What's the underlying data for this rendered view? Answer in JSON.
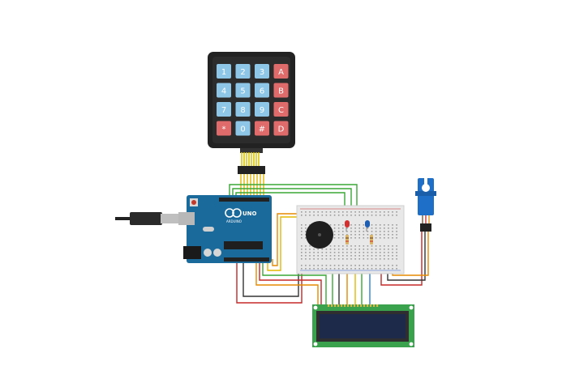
{
  "keypad": {
    "keys": [
      "1",
      "2",
      "3",
      "A",
      "4",
      "5",
      "6",
      "B",
      "7",
      "8",
      "9",
      "C",
      "*",
      "0",
      "#",
      "D"
    ],
    "colors": {
      "blue": "#8ec6e8",
      "red": "#e06b6b",
      "body": "#222222"
    }
  },
  "arduino": {
    "logo_text": "ARDUINO",
    "model": "UNO",
    "board_color": "#1b6a9c"
  },
  "breadboard": {
    "color": "#e8e8e8"
  },
  "lcd": {
    "pcb_color": "#3aa24c",
    "screen_color": "#1e2a4a"
  },
  "wire_colors": {
    "red": "#c62828",
    "green": "#3aa835",
    "yellow": "#e5b800",
    "orange": "#e68a00",
    "black": "#333333",
    "blue": "#2f7fd1",
    "gray": "#8a8a8a"
  }
}
